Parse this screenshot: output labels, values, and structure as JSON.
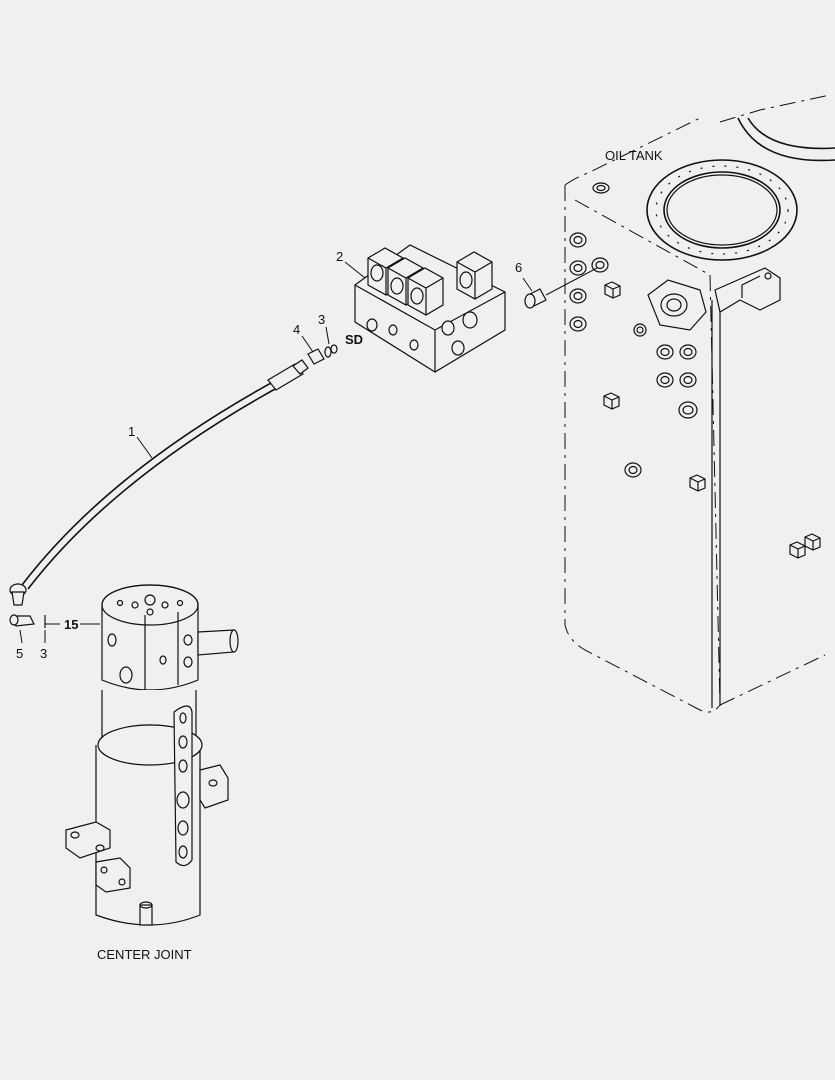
{
  "labels": {
    "oil_tank": "OIL TANK",
    "center_joint": "CENTER JOINT",
    "sd": "SD",
    "item_15": "15"
  },
  "callouts": {
    "hose": "1",
    "valve_block": "2",
    "o_ring_upper": "3",
    "connector_upper": "4",
    "o_ring_lower": "3",
    "elbow_lower": "5",
    "plug": "6"
  }
}
